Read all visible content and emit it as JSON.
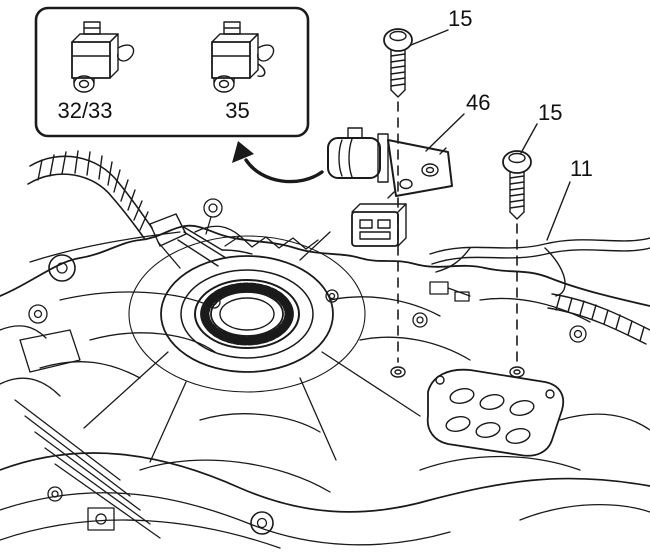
{
  "figure": {
    "background": "#ffffff",
    "line_color": "#1a1a1a",
    "callouts": {
      "bolt_top": "15",
      "solenoid": "46",
      "bolt_right": "15",
      "harness": "11"
    },
    "inset": {
      "left_connector_label": "32/33",
      "right_connector_label": "35"
    }
  }
}
